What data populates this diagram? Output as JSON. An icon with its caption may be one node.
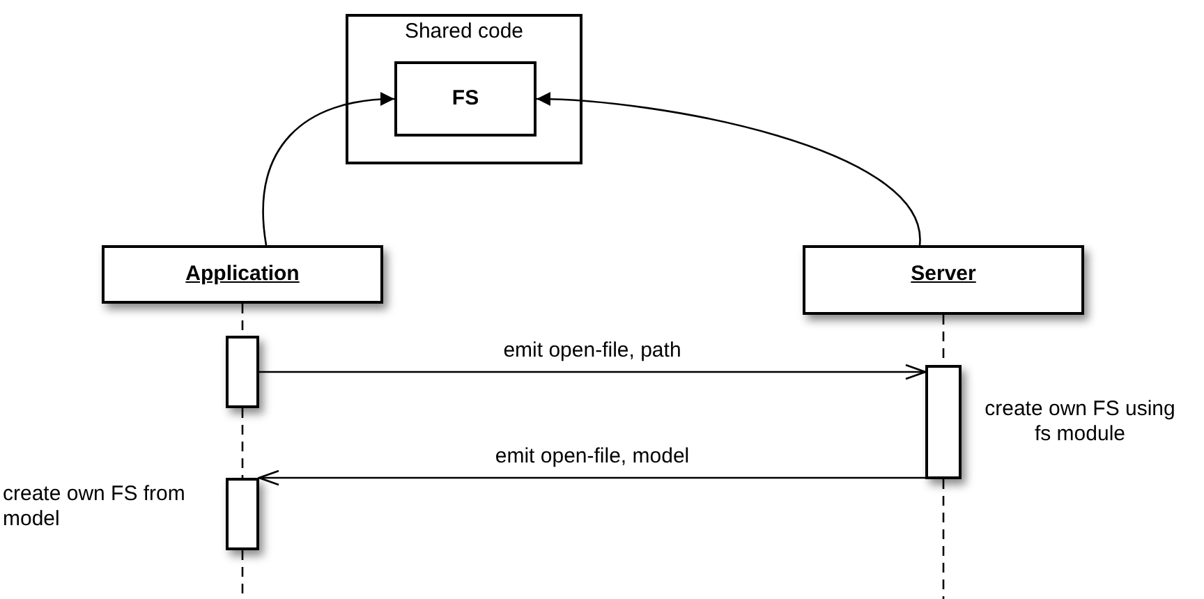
{
  "diagram": {
    "nodes": [
      {
        "text": [
          "Shared code"
        ]
      },
      {
        "text": [
          "FS"
        ],
        "in": 0
      },
      {
        "text": [
          "Application"
        ]
      },
      {
        "text": [
          "Server"
        ]
      },
      {
        "text": [],
        "shape": "bar"
      },
      {
        "text": [],
        "shape": "bar",
        "beside": [
          "create own FS using fs module"
        ]
      },
      {
        "text": [],
        "shape": "bar",
        "beside": [
          "create own FS from model"
        ]
      }
    ],
    "edges": [
      {
        "from": 2,
        "to": 1,
        "arrow": "to"
      },
      {
        "from": 3,
        "to": 1,
        "arrow": "to"
      },
      {
        "from": 4,
        "to": 5,
        "arrow": "to",
        "label": "emit open-file, path"
      },
      {
        "from": 5,
        "to": 6,
        "arrow": "to",
        "label": "emit open-file, model"
      },
      {
        "from": 2,
        "to": 4,
        "arrow": "none",
        "style": "dashed"
      },
      {
        "from": 4,
        "to": 6,
        "arrow": "none",
        "style": "dashed"
      },
      {
        "from": 6,
        "to": null,
        "arrow": "none",
        "style": "dashed"
      },
      {
        "from": 3,
        "to": 5,
        "arrow": "none",
        "style": "dashed"
      },
      {
        "from": 5,
        "to": null,
        "arrow": "none",
        "style": "dashed"
      }
    ]
  }
}
